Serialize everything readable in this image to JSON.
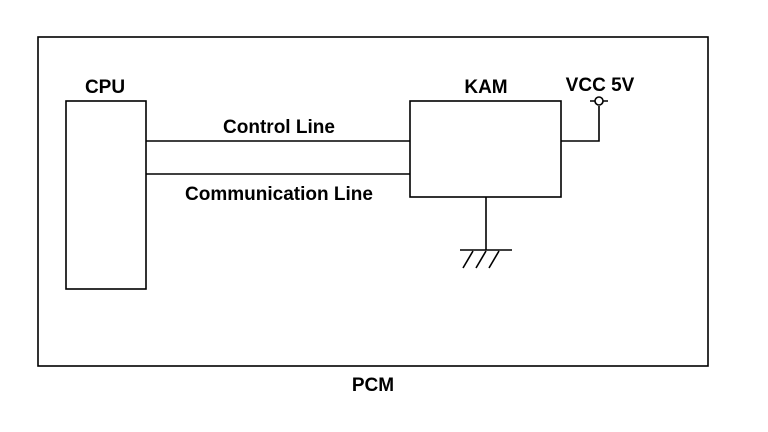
{
  "diagram": {
    "outer_label": "PCM",
    "cpu_label": "CPU",
    "kam_label": "KAM",
    "supply_label": "VCC 5V",
    "control_line_label": "Control Line",
    "communication_line_label": "Communication Line"
  },
  "colors": {
    "line": "#000000",
    "background": "#ffffff"
  }
}
